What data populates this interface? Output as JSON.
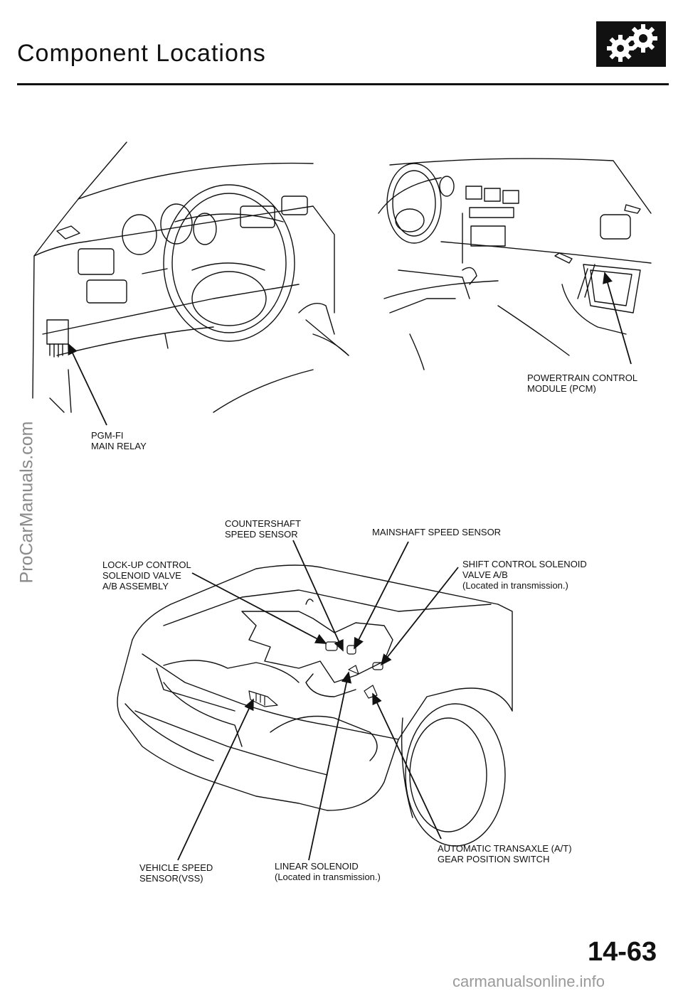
{
  "page": {
    "title": "Component Locations",
    "page_number": "14-63",
    "watermark_side": "ProCarManuals.com",
    "watermark_bottom": "carmanualsonline.info"
  },
  "labels": {
    "pcm": [
      "POWERTRAIN CONTROL",
      "MODULE  (PCM)"
    ],
    "pgm_fi": [
      "PGM-FI",
      "MAIN RELAY"
    ],
    "countershaft": [
      "COUNTERSHAFT",
      "SPEED SENSOR"
    ],
    "mainshaft": [
      "MAINSHAFT  SPEED  SENSOR"
    ],
    "lockup": [
      "LOCK-UP CONTROL",
      "SOLENOID  VALVE",
      "A/B  ASSEMBLY"
    ],
    "shift_control": [
      "SHIFT  CONTROL  SOLENOID",
      "VALVE  A/B",
      "(Located  in  transmission.)"
    ],
    "vss": [
      "VEHICLE SPEED",
      "SENSOR(VSS)"
    ],
    "linear": [
      "LINEAR  SOLENOID",
      "(Located  in  transmission.)"
    ],
    "atgps": [
      "AUTOMATIC TRANSAXLE  (A/T)",
      "GEAR POSITION SWITCH"
    ]
  },
  "icons": {
    "header_icon": "gears-icon"
  }
}
